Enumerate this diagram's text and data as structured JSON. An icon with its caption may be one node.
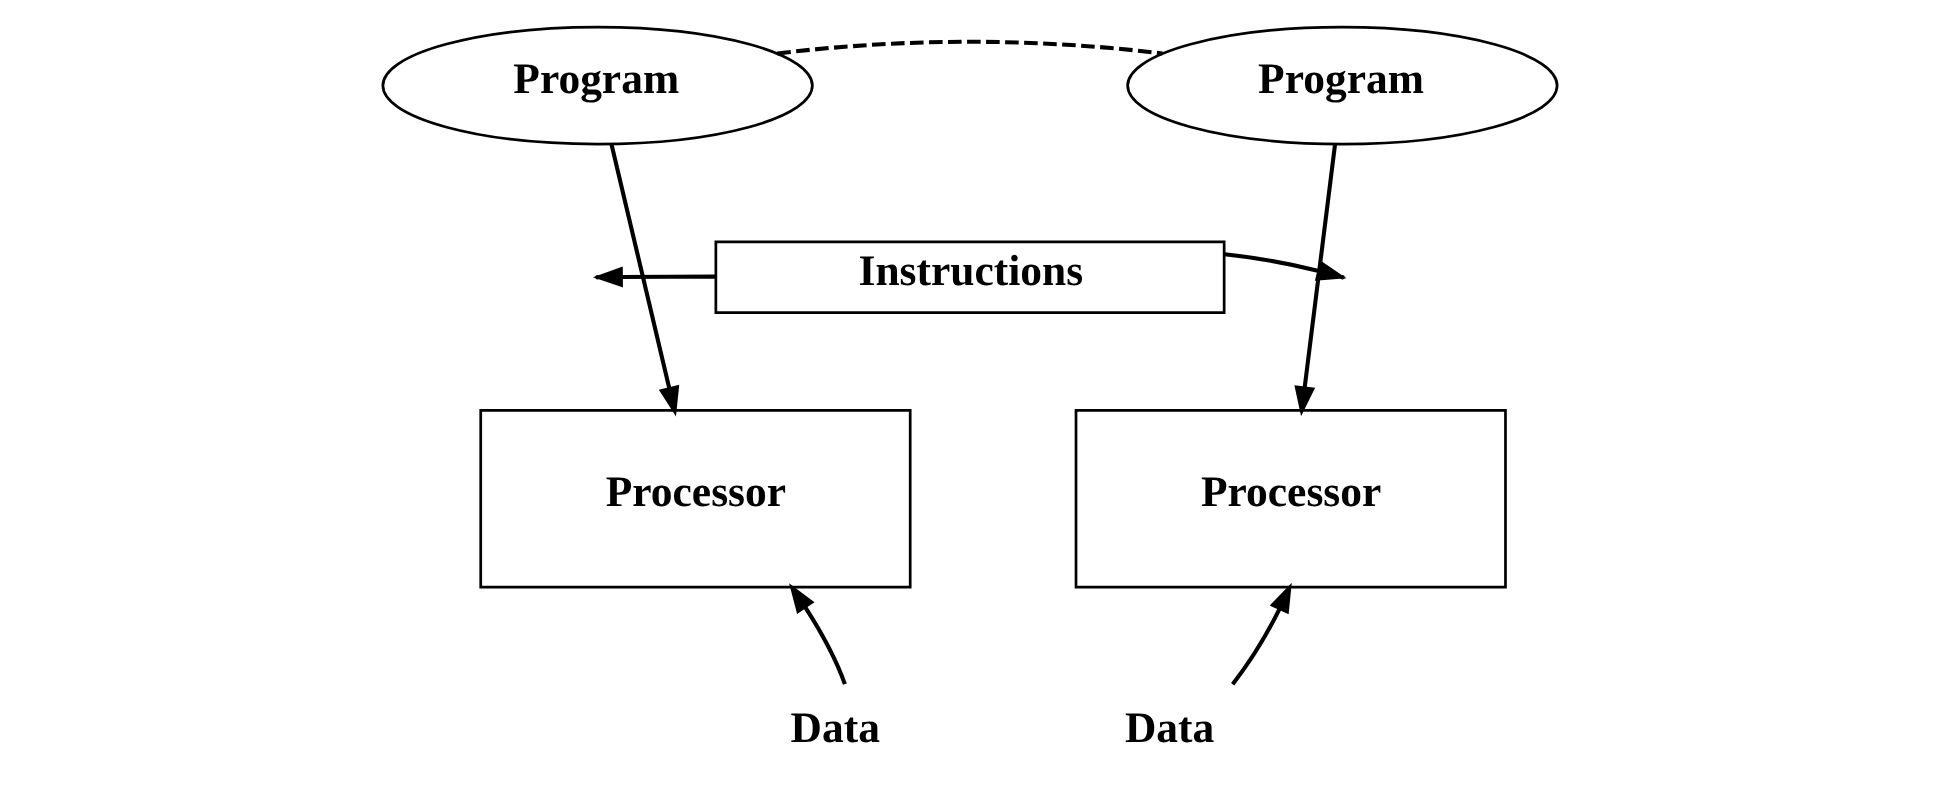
{
  "diagram": {
    "nodes": [
      {
        "text": [
          "Program"
        ]
      },
      {
        "text": [
          "Program"
        ]
      },
      {
        "text": [
          "Instructions"
        ]
      },
      {
        "text": [
          "Processor"
        ]
      },
      {
        "text": [
          "Processor"
        ]
      },
      {
        "text": [
          "Data"
        ]
      },
      {
        "text": [
          "Data"
        ]
      }
    ],
    "edges": [
      {
        "from": 0,
        "to": 1,
        "arrow": "none",
        "style": "dashed"
      },
      {
        "from": 0,
        "to": 3,
        "arrow": "to"
      },
      {
        "from": 1,
        "to": 4,
        "arrow": "to"
      },
      {
        "from": 2,
        "to": null,
        "arrow": "to"
      },
      {
        "from": 2,
        "to": null,
        "arrow": "to"
      },
      {
        "from": 5,
        "to": 3,
        "arrow": "to"
      },
      {
        "from": 6,
        "to": 4,
        "arrow": "to"
      }
    ]
  }
}
